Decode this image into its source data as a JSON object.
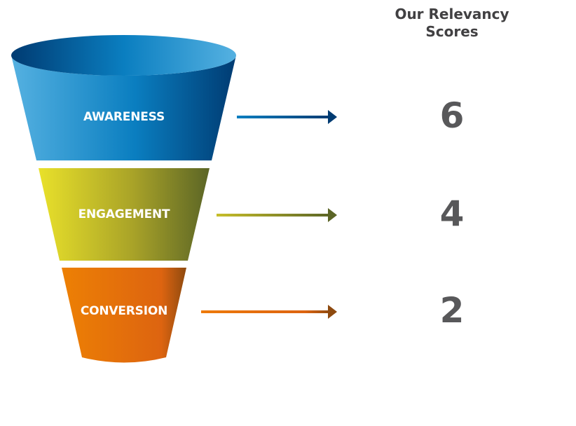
{
  "title": "Our Relevancy Scores",
  "title_lines": [
    "Our Relevancy",
    "Scores"
  ],
  "stages": [
    {
      "label": "AWARENESS",
      "score": "6",
      "colors": {
        "light": "#55b1e1",
        "mid": "#0a7ec0",
        "dark": "#003b72",
        "arrow_start": "#0a7ec0",
        "arrow_end": "#003b72"
      }
    },
    {
      "label": "ENGAGEMENT",
      "score": "4",
      "colors": {
        "light": "#e9e12a",
        "mid": "#a9a328",
        "dark": "#5b6526",
        "arrow_start": "#c7be2a",
        "arrow_end": "#5b6526"
      }
    },
    {
      "label": "CONVERSION",
      "score": "2",
      "colors": {
        "light": "#ed8004",
        "mid": "#dd6410",
        "dark": "#8e4a0f",
        "arrow_start": "#ee7a0b",
        "arrow_end": "#8e4a0f"
      }
    }
  ]
}
